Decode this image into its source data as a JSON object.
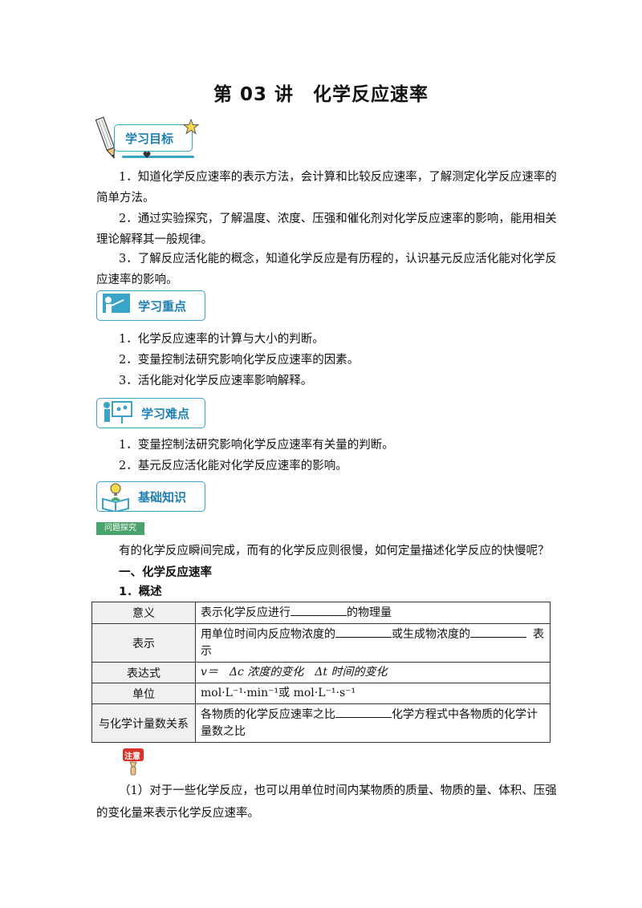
{
  "title": "第 03 讲　化学反应速率",
  "sections": {
    "objectives": {
      "banner": "学习目标",
      "items": [
        {
          "first": "1．知道化学反应速率的表示方法，会计算和比较反应速率，了解测定化学反应速率的",
          "rest": "简单方法。"
        },
        {
          "first": "2．通过实验探究，了解温度、浓度、压强和催化剂对化学反应速率的影响，能用相关",
          "rest": "理论解释其一般规律。"
        },
        {
          "first": "3．了解反应活化能的概念，知道化学反应是有历程的，认识基元反应活化能对化学反",
          "rest": "应速率的影响。"
        }
      ]
    },
    "key_points": {
      "banner": "学习重点",
      "items": [
        "1．化学反应速率的计算与大小的判断。",
        "2．变量控制法研究影响化学反应速率的因素。",
        "3．活化能对化学反应速率影响解释。"
      ]
    },
    "difficulties": {
      "banner": "学习难点",
      "items": [
        "1．变量控制法研究影响化学反应速率有关量的判断。",
        "2．基元反应活化能对化学反应速率的影响。"
      ]
    },
    "basics": {
      "banner": "基础知识",
      "tag": "问题探究",
      "question": "有的化学反应瞬间完成，而有的化学反应则很慢，如何定量描述化学反应的快慢呢？",
      "heading1": "一、化学反应速率",
      "heading2": "1．概述"
    }
  },
  "table": {
    "rows": [
      {
        "key": "意义",
        "parts": [
          "表示化学反应进行",
          "的物理量"
        ]
      },
      {
        "key": "表示",
        "parts": [
          "用单位时间内反应物浓度的",
          "或生成物浓度的",
          "表",
          "示"
        ]
      },
      {
        "key": "表达式",
        "parts": [
          "v＝　Δc 浓度的变化　Δt 时间的变化"
        ]
      },
      {
        "key": "单位",
        "parts": [
          "mol·L⁻¹·min⁻¹或 mol·L⁻¹·s⁻¹"
        ]
      },
      {
        "key": "与化学计量数关系",
        "parts": [
          "各物质的化学反应速率之比",
          "化学方程式中各物质的化学计",
          "量数之比"
        ]
      }
    ]
  },
  "note": {
    "icon_label": "注意",
    "first": "（1）对于一些化学反应，也可以用单位时间内某物质的质量、物质的量、体积、压强",
    "rest": "的变化量来表示化学反应速率。"
  },
  "colors": {
    "banner_blue": "#3aa3c8",
    "label_blue": "#1d7fb3",
    "tag_green": "#4aa36a",
    "note_red": "#d9322b"
  }
}
